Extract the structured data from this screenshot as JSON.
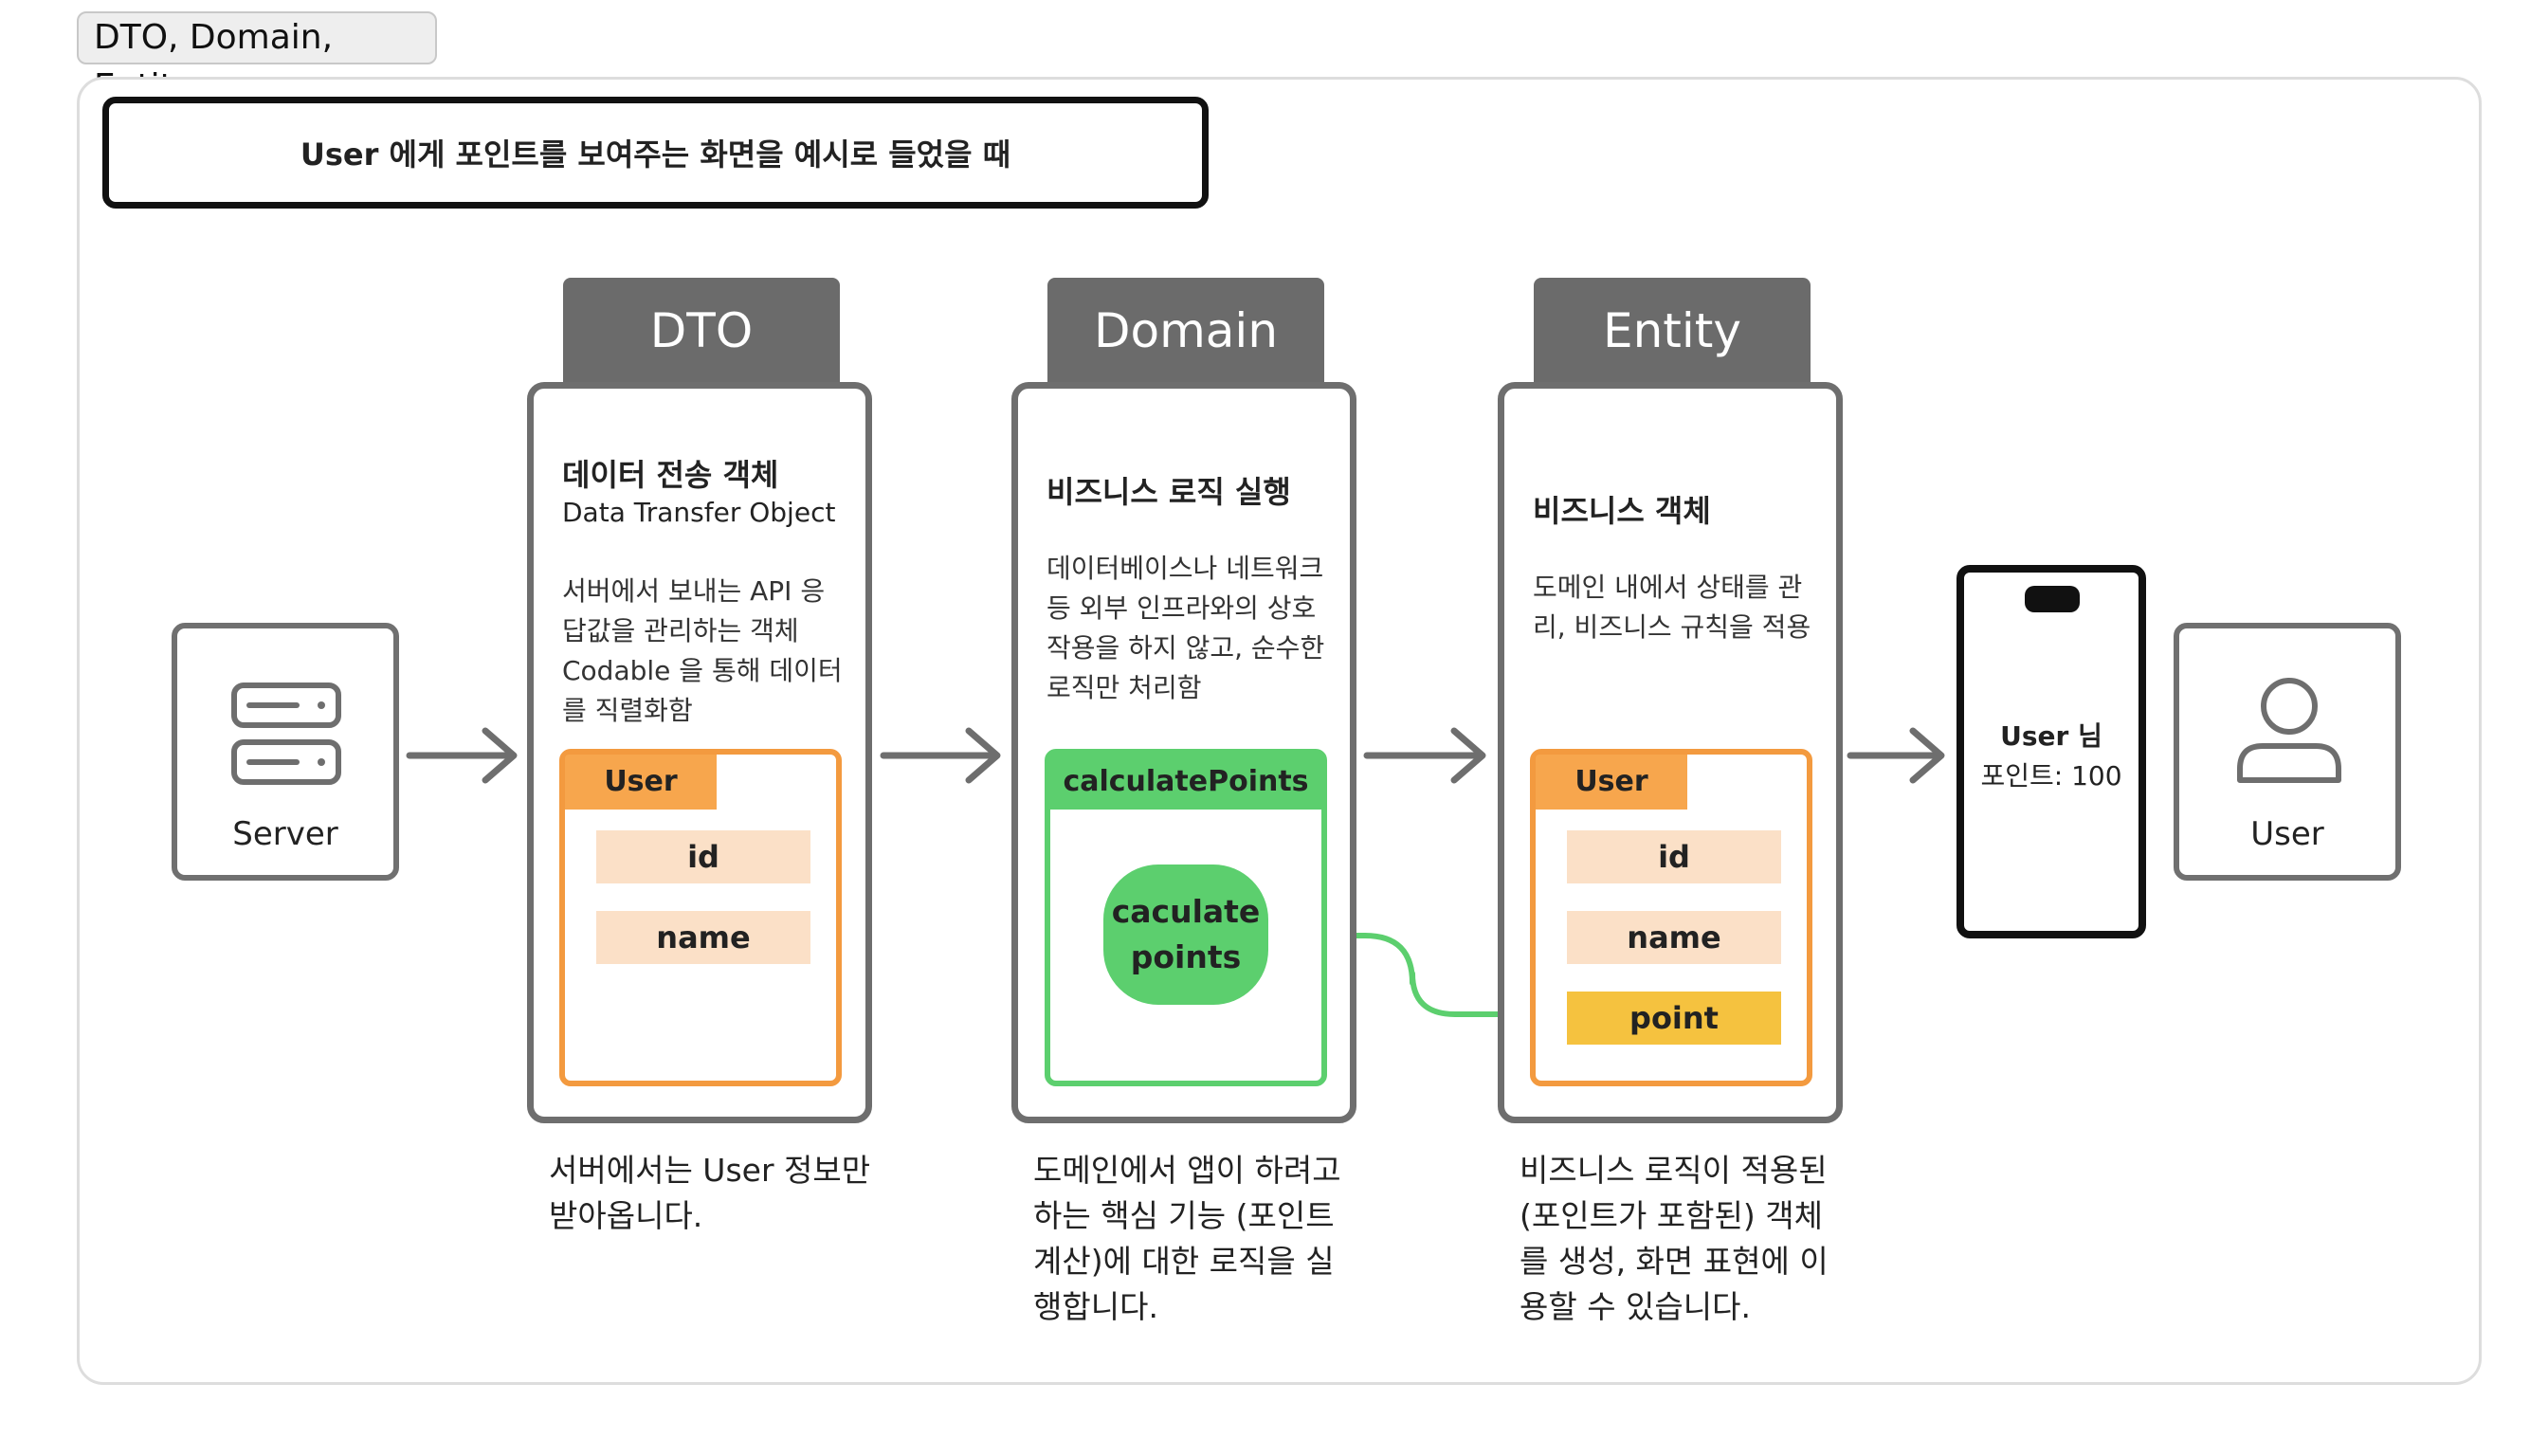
{
  "frame_label": "DTO, Domain, Entity",
  "title": "User 에게 포인트를 보여주는 화면을 예시로 들었을 때",
  "server": {
    "label": "Server",
    "icon": "server-icon"
  },
  "user": {
    "label": "User",
    "icon": "user-icon"
  },
  "phone": {
    "line1": "User 님",
    "line2": "포인트: 100"
  },
  "dto": {
    "tab": "DTO",
    "heading": "데이터 전송 객체",
    "subheading": "Data Transfer Object",
    "desc": [
      "서버에서 보내는 API 응",
      "답값을 관리하는 객체",
      "Codable 을 통해 데이터",
      "를 직렬화함"
    ],
    "object_name": "User",
    "fields": [
      "id",
      "name"
    ],
    "caption": [
      "서버에서는 User 정보만",
      "받아옵니다."
    ]
  },
  "domain": {
    "tab": "Domain",
    "heading": "비즈니스 로직 실행",
    "desc": [
      "데이터베이스나 네트워크",
      "등 외부 인프라와의 상호",
      "작용을 하지 않고, 순수한",
      "로직만 처리함"
    ],
    "object_name": "calculatePoints",
    "blob": [
      "caculate",
      "points"
    ],
    "caption": [
      "도메인에서 앱이 하려고",
      "하는 핵심 기능 (포인트",
      "계산)에 대한 로직을 실",
      "행합니다."
    ]
  },
  "entity": {
    "tab": "Entity",
    "heading": "비즈니스 객체",
    "desc": [
      "도메인 내에서 상태를 관",
      "리, 비즈니스 규칙을 적용"
    ],
    "object_name": "User",
    "fields": [
      "id",
      "name",
      "point"
    ],
    "caption": [
      "비즈니스 로직이 적용된",
      "(포인트가 포함된) 객체",
      "를 생성, 화면 표현에 이",
      "용할 수 있습니다."
    ]
  },
  "colors": {
    "object_border": "#f39a3f",
    "field_fill": "#fbe0c7",
    "highlight_field": "#f5c23f",
    "domain_green": "#5ccf6e",
    "tab_gray": "#6b6b6b"
  }
}
